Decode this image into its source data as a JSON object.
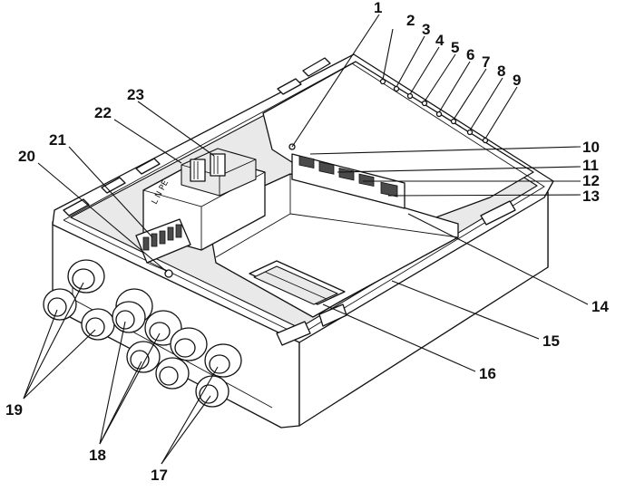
{
  "figure": {
    "callouts": [
      "1",
      "2",
      "3",
      "4",
      "5",
      "6",
      "7",
      "8",
      "9",
      "10",
      "11",
      "12",
      "13",
      "14",
      "15",
      "16",
      "17",
      "18",
      "19",
      "20",
      "21",
      "22",
      "23"
    ],
    "terminal_marking": "L N PE"
  }
}
